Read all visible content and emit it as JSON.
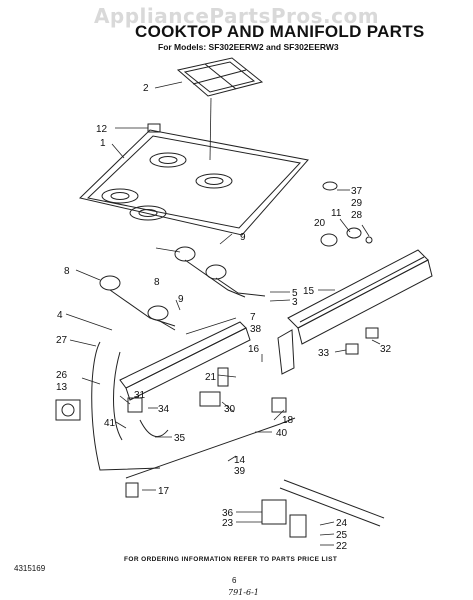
{
  "watermark": "AppliancePartsPros.com",
  "title": "COOKTOP AND MANIFOLD PARTS",
  "subtitle": "For Models: SF302EERW2 and SF302EERW3",
  "footer_note": "FOR ORDERING INFORMATION REFER TO PARTS PRICE LIST",
  "doc_number": "4315169",
  "page_number": "6",
  "handwritten_note": "791-6-1",
  "callouts": [
    {
      "id": "c1",
      "label": "1"
    },
    {
      "id": "c2",
      "label": "2"
    },
    {
      "id": "c12",
      "label": "12"
    },
    {
      "id": "c37",
      "label": "37"
    },
    {
      "id": "c29",
      "label": "29"
    },
    {
      "id": "c28",
      "label": "28"
    },
    {
      "id": "c11",
      "label": "11"
    },
    {
      "id": "c20",
      "label": "20"
    },
    {
      "id": "c9a",
      "label": "9"
    },
    {
      "id": "c8a",
      "label": "8"
    },
    {
      "id": "c8b",
      "label": "8"
    },
    {
      "id": "c5",
      "label": "5"
    },
    {
      "id": "c15",
      "label": "15"
    },
    {
      "id": "c3",
      "label": "3"
    },
    {
      "id": "c9b",
      "label": "9"
    },
    {
      "id": "c4",
      "label": "4"
    },
    {
      "id": "c7",
      "label": "7"
    },
    {
      "id": "c38",
      "label": "38"
    },
    {
      "id": "c27",
      "label": "27"
    },
    {
      "id": "c16",
      "label": "16"
    },
    {
      "id": "c33",
      "label": "33"
    },
    {
      "id": "c32",
      "label": "32"
    },
    {
      "id": "c26",
      "label": "26"
    },
    {
      "id": "c13",
      "label": "13"
    },
    {
      "id": "c21",
      "label": "21"
    },
    {
      "id": "c31",
      "label": "31"
    },
    {
      "id": "c34",
      "label": "34"
    },
    {
      "id": "c30",
      "label": "30"
    },
    {
      "id": "c18",
      "label": "18"
    },
    {
      "id": "c40",
      "label": "40"
    },
    {
      "id": "c41",
      "label": "41"
    },
    {
      "id": "c35",
      "label": "35"
    },
    {
      "id": "c14",
      "label": "14"
    },
    {
      "id": "c39",
      "label": "39"
    },
    {
      "id": "c17",
      "label": "17"
    },
    {
      "id": "c36",
      "label": "36"
    },
    {
      "id": "c23",
      "label": "23"
    },
    {
      "id": "c24",
      "label": "24"
    },
    {
      "id": "c25",
      "label": "25"
    },
    {
      "id": "c22",
      "label": "22"
    }
  ]
}
